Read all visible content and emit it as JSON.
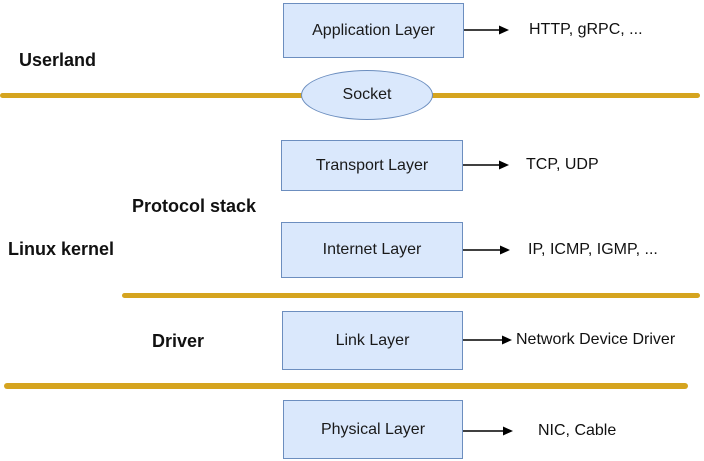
{
  "diagram": {
    "regions": {
      "userland": {
        "label": "Userland"
      },
      "linux_kernel": {
        "label": "Linux kernel"
      },
      "protocol_stack": {
        "label": "Protocol stack"
      },
      "driver": {
        "label": "Driver"
      }
    },
    "socket": {
      "label": "Socket"
    },
    "layers": [
      {
        "label": "Application Layer",
        "annotation": "HTTP, gRPC, ..."
      },
      {
        "label": "Transport Layer",
        "annotation": "TCP, UDP"
      },
      {
        "label": "Internet Layer",
        "annotation": "IP, ICMP, IGMP, ..."
      },
      {
        "label": "Link Layer",
        "annotation": "Network Device Driver"
      },
      {
        "label": "Physical Layer",
        "annotation": "NIC, Cable"
      }
    ],
    "colors": {
      "box_fill": "#dae8fc",
      "box_border": "#6c8ebf",
      "boundary_line": "#d5a41f",
      "text": "#111111",
      "background": "#ffffff"
    }
  }
}
